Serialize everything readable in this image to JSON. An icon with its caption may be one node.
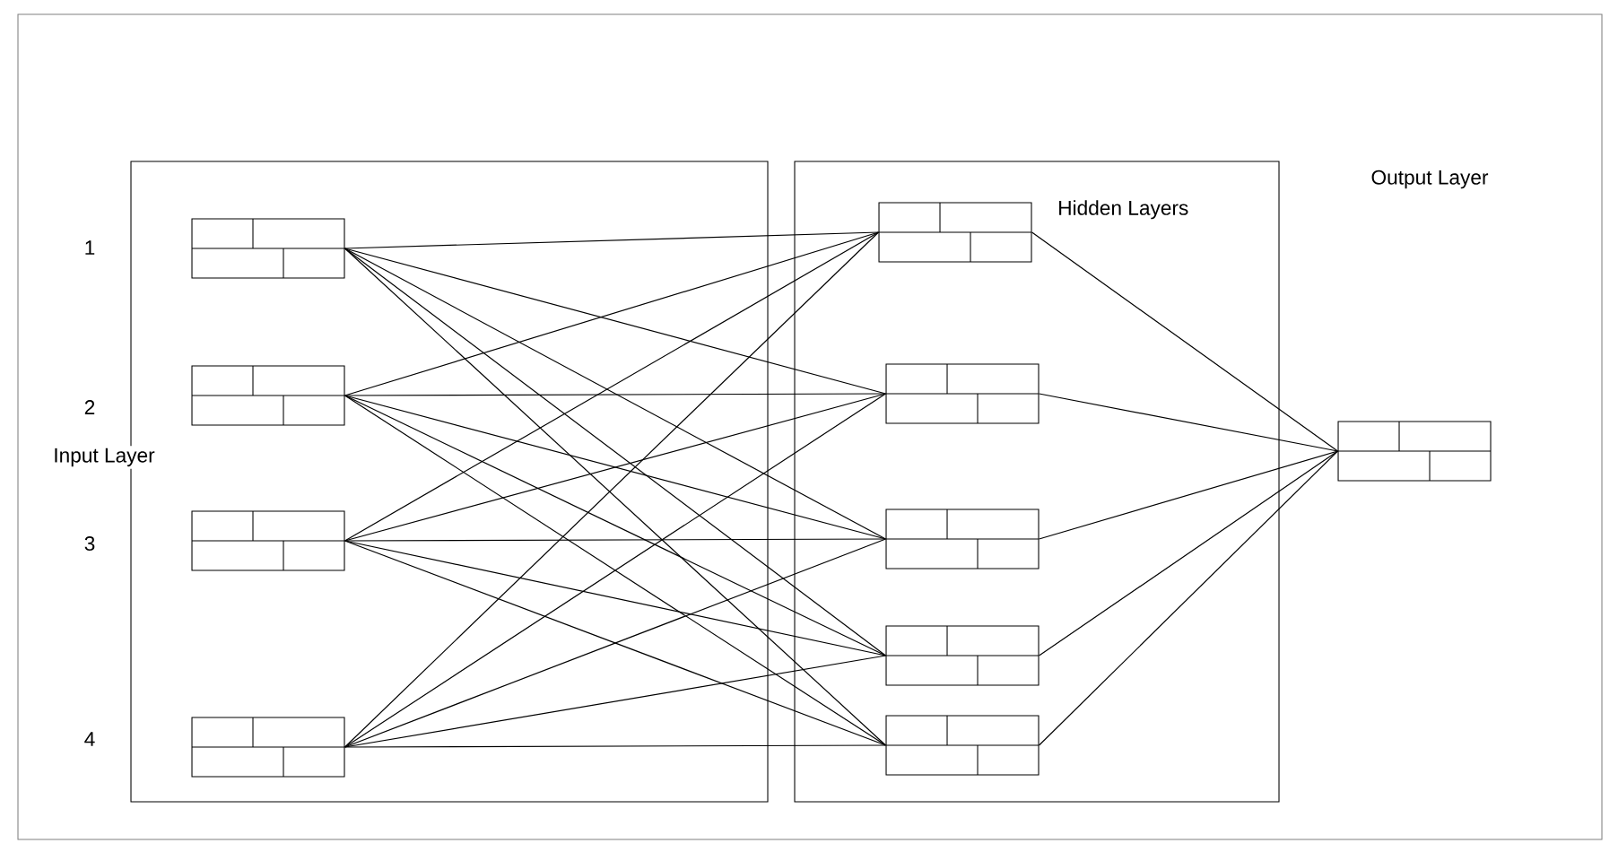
{
  "diagram": {
    "nodes": [
      {
        "text": [],
        "shape": "box"
      },
      {
        "text": [
          "Hidden Layers"
        ]
      },
      {
        "text": [],
        "shape": "box",
        "in": 0
      },
      {
        "text": [],
        "shape": "box",
        "in": 0
      },
      {
        "text": [],
        "shape": "box",
        "in": 0
      },
      {
        "text": [],
        "shape": "box",
        "in": 0
      },
      {
        "text": [],
        "shape": "box",
        "in": 1
      },
      {
        "text": [],
        "shape": "box",
        "in": 1
      },
      {
        "text": [],
        "shape": "box",
        "in": 1
      },
      {
        "text": [],
        "shape": "box",
        "in": 1
      },
      {
        "text": [],
        "shape": "box",
        "in": 1
      },
      {
        "text": [],
        "shape": "box"
      }
    ],
    "edges": [
      {
        "from": 2,
        "to": 6,
        "arrow": "none"
      },
      {
        "from": 2,
        "to": 7,
        "arrow": "none"
      },
      {
        "from": 2,
        "to": 8,
        "arrow": "none"
      },
      {
        "from": 2,
        "to": 9,
        "arrow": "none"
      },
      {
        "from": 2,
        "to": 10,
        "arrow": "none"
      },
      {
        "from": 3,
        "to": 6,
        "arrow": "none"
      },
      {
        "from": 3,
        "to": 7,
        "arrow": "none"
      },
      {
        "from": 3,
        "to": 8,
        "arrow": "none"
      },
      {
        "from": 3,
        "to": 9,
        "arrow": "none"
      },
      {
        "from": 3,
        "to": 10,
        "arrow": "none"
      },
      {
        "from": 4,
        "to": 6,
        "arrow": "none"
      },
      {
        "from": 4,
        "to": 7,
        "arrow": "none"
      },
      {
        "from": 4,
        "to": 8,
        "arrow": "none"
      },
      {
        "from": 4,
        "to": 9,
        "arrow": "none"
      },
      {
        "from": 4,
        "to": 10,
        "arrow": "none"
      },
      {
        "from": 5,
        "to": 6,
        "arrow": "none"
      },
      {
        "from": 5,
        "to": 7,
        "arrow": "none"
      },
      {
        "from": 5,
        "to": 8,
        "arrow": "none"
      },
      {
        "from": 5,
        "to": 9,
        "arrow": "none"
      },
      {
        "from": 5,
        "to": 10,
        "arrow": "none"
      },
      {
        "from": 6,
        "to": 11,
        "arrow": "none"
      },
      {
        "from": 7,
        "to": 11,
        "arrow": "none"
      },
      {
        "from": 8,
        "to": 11,
        "arrow": "none"
      },
      {
        "from": 9,
        "to": 11,
        "arrow": "none"
      },
      {
        "from": 10,
        "to": 11,
        "arrow": "none"
      }
    ],
    "labels": [
      "Output Layer",
      "1",
      "2",
      "Input Layer",
      "3",
      "4"
    ]
  }
}
